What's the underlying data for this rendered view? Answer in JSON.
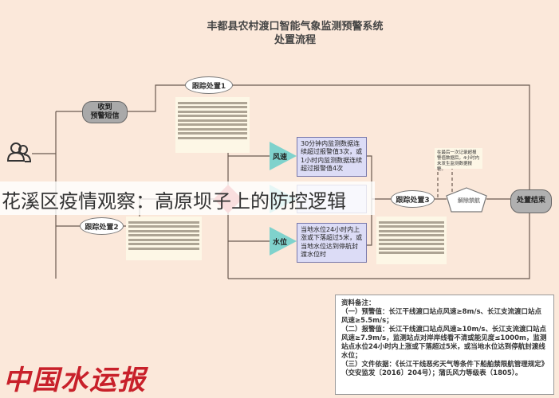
{
  "title": {
    "line1": "丰都县农村渡口智能气象监测预警系统",
    "line2": "处置流程"
  },
  "nodes": {
    "receive": "收到\n预警短信",
    "track1": "跟踪处置1",
    "track2": "跟踪处置2",
    "track3": "跟踪处置3",
    "lift": "解除禁航",
    "end": "处置结束"
  },
  "conditions": [
    {
      "label": "风速",
      "text": "30分钟内监测数据连续超过报警值3次，或1小时内监测数据连续超过报警值4次"
    },
    {
      "label": "",
      "text": ""
    },
    {
      "label": "水位",
      "text": "当地水位24小时内上涨或下落超过5米，或当地水位达到停航封渡水位时"
    }
  ],
  "side_note": "在最后一次记录超报警值数据后，4小时内未发生监测数据报警。",
  "remarks": {
    "heading": "资料备注：",
    "items": [
      "（一）预警值：长江干线渡口站点风速≥8m/s、长江支流渡口站点风速≥5.5m/s；",
      "（二）报警值：长江干线渡口站点风速≥10m/s、长江支流渡口站点风速≥7.9m/s，监测站点对岸岸线看不清或能见度≤1000m，监测站点水位24小时内上涨或下落超过5米，或当地水位达到停航封渡线水位；",
      "（三）文件依据：《长江干线恶劣天气等条件下船舶禁限航管理规定》（交安监发〔2016〕204号）；蒲氏风力等级表（1805）。"
    ]
  },
  "banner": "花溪区疫情观察：高原坝子上的防控逻辑",
  "logo": "中国水运报",
  "colors": {
    "background": "#fbe8da",
    "triangle": "#7fd2cc",
    "condition_box": "#dcdcf6",
    "logo": "#c8202a",
    "diamond": "#e05a5a"
  }
}
